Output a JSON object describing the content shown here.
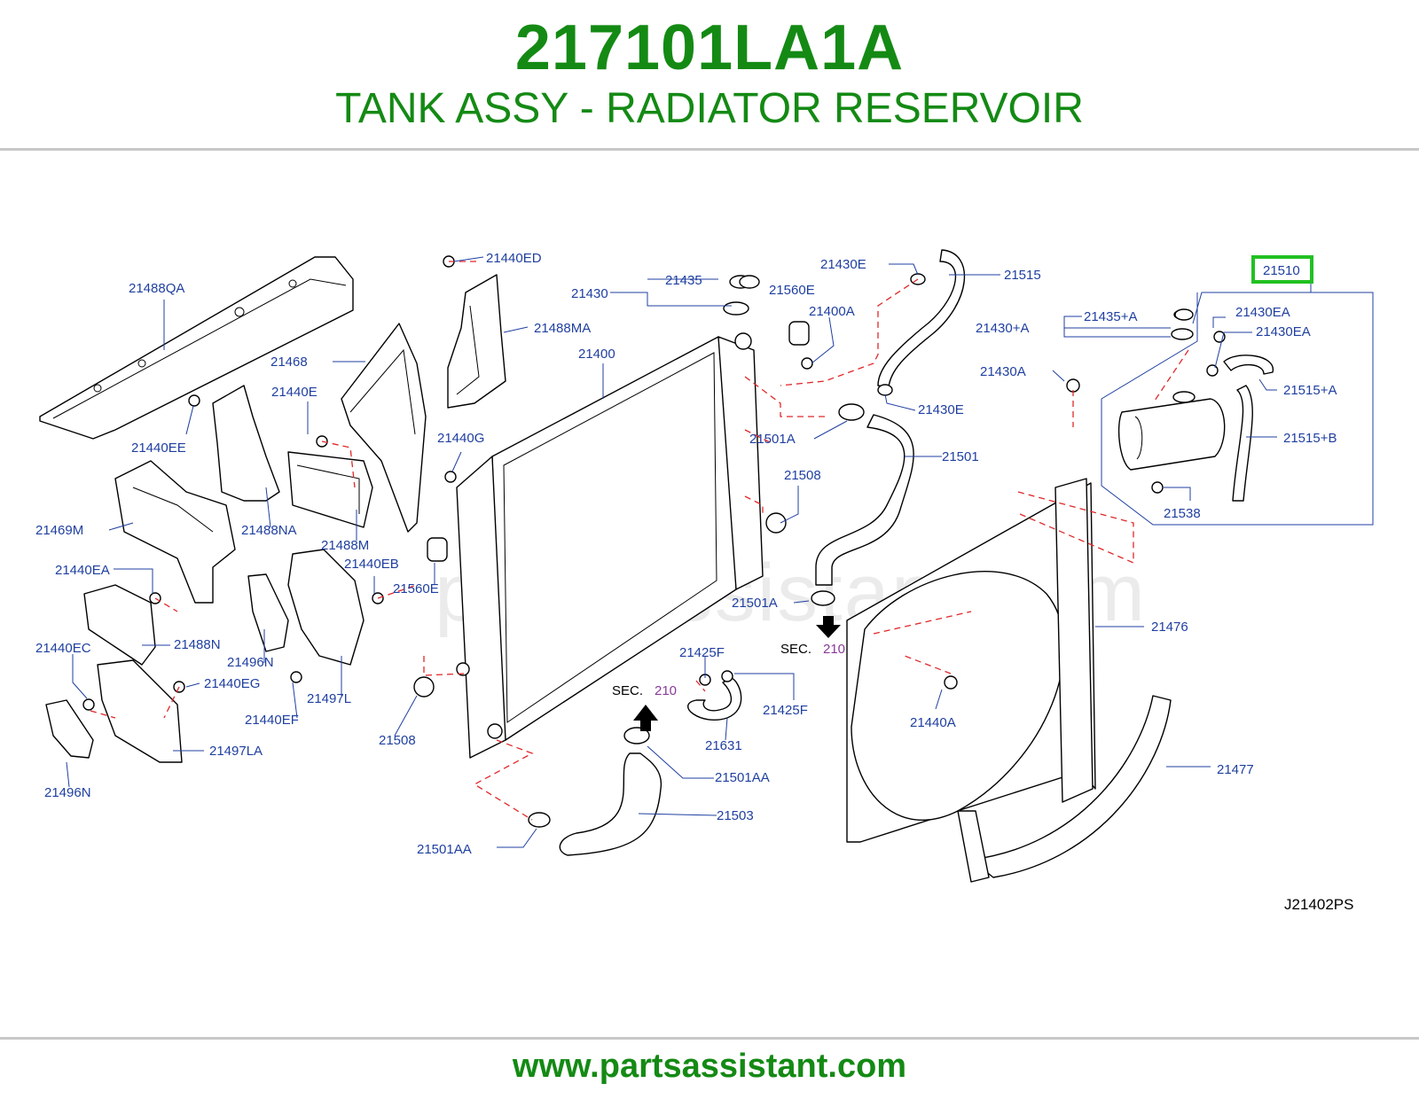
{
  "header": {
    "part_number": "217101LA1A",
    "description": "TANK ASSY - RADIATOR RESERVOIR"
  },
  "diagram": {
    "code": "J21402PS",
    "watermark": "partsassistant.com",
    "highlight_color": "#22c022",
    "callouts": {
      "c21488QA": "21488QA",
      "c21440EE": "21440EE",
      "c21468": "21468",
      "c21440E": "21440E",
      "c21469M": "21469M",
      "c21488NA": "21488NA",
      "c21488M": "21488M",
      "c21440EA": "21440EA",
      "c21440EB": "21440EB",
      "c21488N": "21488N",
      "c21496N_a": "21496N",
      "c21440EC": "21440EC",
      "c21440EG": "21440EG",
      "c21497L": "21497L",
      "c21440EF": "21440EF",
      "c21497LA": "21497LA",
      "c21496N_b": "21496N",
      "c21440ED": "21440ED",
      "c21488MA": "21488MA",
      "c21430": "21430",
      "c21435": "21435",
      "c21400": "21400",
      "c21440G": "21440G",
      "c21560E_a": "21560E",
      "c21508_a": "21508",
      "c21560E_b": "21560E",
      "c21400A": "21400A",
      "c21430E_a": "21430E",
      "c21515": "21515",
      "c21430E_b": "21430E",
      "c21501A_a": "21501A",
      "c21501": "21501",
      "c21508_b": "21508",
      "c21501A_b": "21501A",
      "c21425F_a": "21425F",
      "c21425F_b": "21425F",
      "c21631": "21631",
      "c21501AA_a": "21501AA",
      "c21503": "21503",
      "c21501AA_b": "21501AA",
      "c21510": "21510",
      "c21435A": "21435+A",
      "c21430A_plus": "21430+A",
      "c21430EA_a": "21430EA",
      "c21430EA_b": "21430EA",
      "c21430A": "21430A",
      "c21515A": "21515+A",
      "c21515B": "21515+B",
      "c21538": "21538",
      "c21476": "21476",
      "c21440A": "21440A",
      "c21477": "21477"
    },
    "sec_refs": {
      "upper_label": "SEC.",
      "upper_num": "210",
      "lower_label": "SEC.",
      "lower_num": "210"
    }
  },
  "footer": {
    "url": "www.partsassistant.com"
  }
}
